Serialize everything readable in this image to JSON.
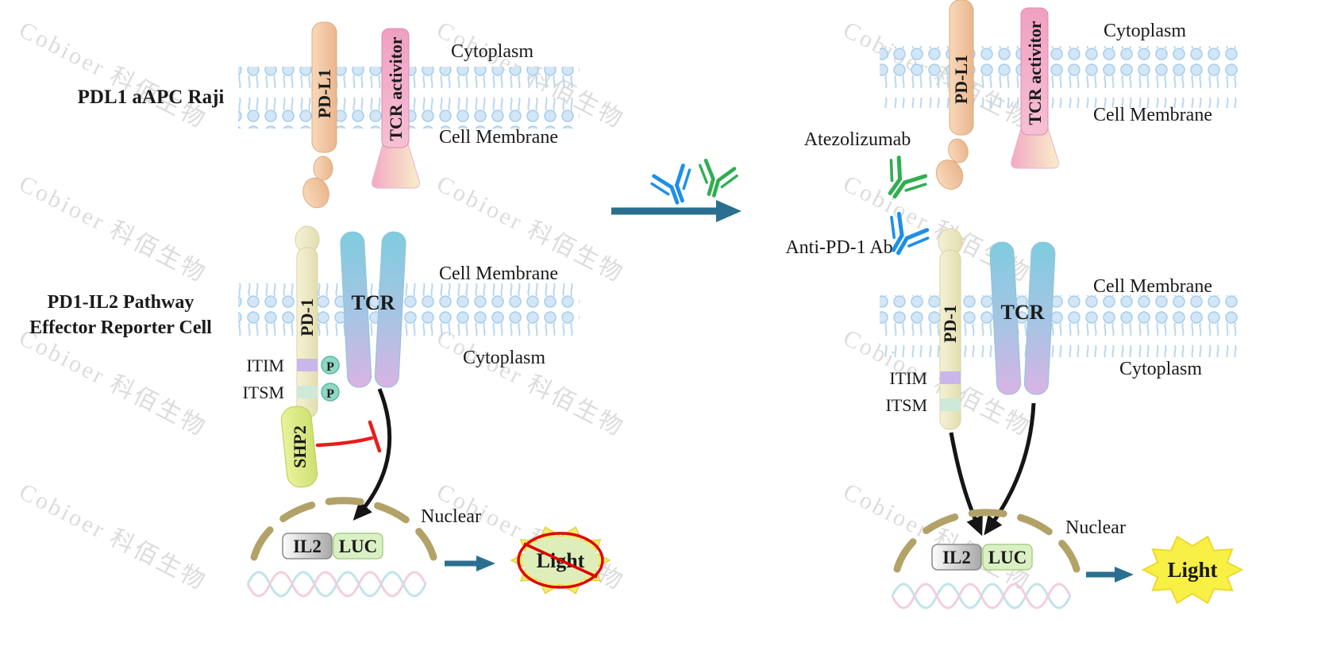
{
  "watermark": "Cobioer  科佰生物",
  "colors": {
    "membrane_blue": "#bcdcf2",
    "antibody_blue": "#1e8fe8",
    "antibody_green": "#2fae52",
    "inhibition_red": "#e81c1c",
    "arrow_teal": "#2a6f8f",
    "light_text_green": "#1f9e2c",
    "tcr_label_purple": "#92278f",
    "tcr_activator_label_red": "#8b1626",
    "nuclear_arc_tan": "#b2a268"
  },
  "apc_cell": {
    "title": "PDL1 aAPC Raji",
    "cytoplasm_label": "Cytoplasm",
    "membrane_label": "Cell Membrane",
    "pdl1_label": "PD-L1",
    "tcr_activator_label": "TCR activitor"
  },
  "reporter_cell": {
    "title_line1": "PD1-IL2 Pathway",
    "title_line2": "Effector Reporter Cell",
    "membrane_label": "Cell Membrane",
    "cytoplasm_label": "Cytoplasm",
    "pd1_label": "PD-1",
    "tcr_label": "TCR",
    "itim_label": "ITIM",
    "itsm_label": "ITSM",
    "phospho_label": "P",
    "shp2_label": "SHP2",
    "nuclear_label": "Nuclear",
    "il2_label": "IL2",
    "luc_label": "LUC",
    "light_label": "Light"
  },
  "treatment": {
    "atezolizumab_label": "Atezolizumab",
    "anti_pd1_label": "Anti-PD-1 Ab"
  },
  "right_apc": {
    "cytoplasm_label": "Cytoplasm",
    "membrane_label": "Cell Membrane",
    "pdl1_label": "PD-L1",
    "tcr_activator_label": "TCR activitor"
  },
  "right_reporter": {
    "membrane_label": "Cell Membrane",
    "cytoplasm_label": "Cytoplasm",
    "pd1_label": "PD-1",
    "tcr_label": "TCR",
    "itim_label": "ITIM",
    "itsm_label": "ITSM",
    "nuclear_label": "Nuclear",
    "il2_label": "IL2",
    "luc_label": "LUC",
    "light_label": "Light"
  }
}
